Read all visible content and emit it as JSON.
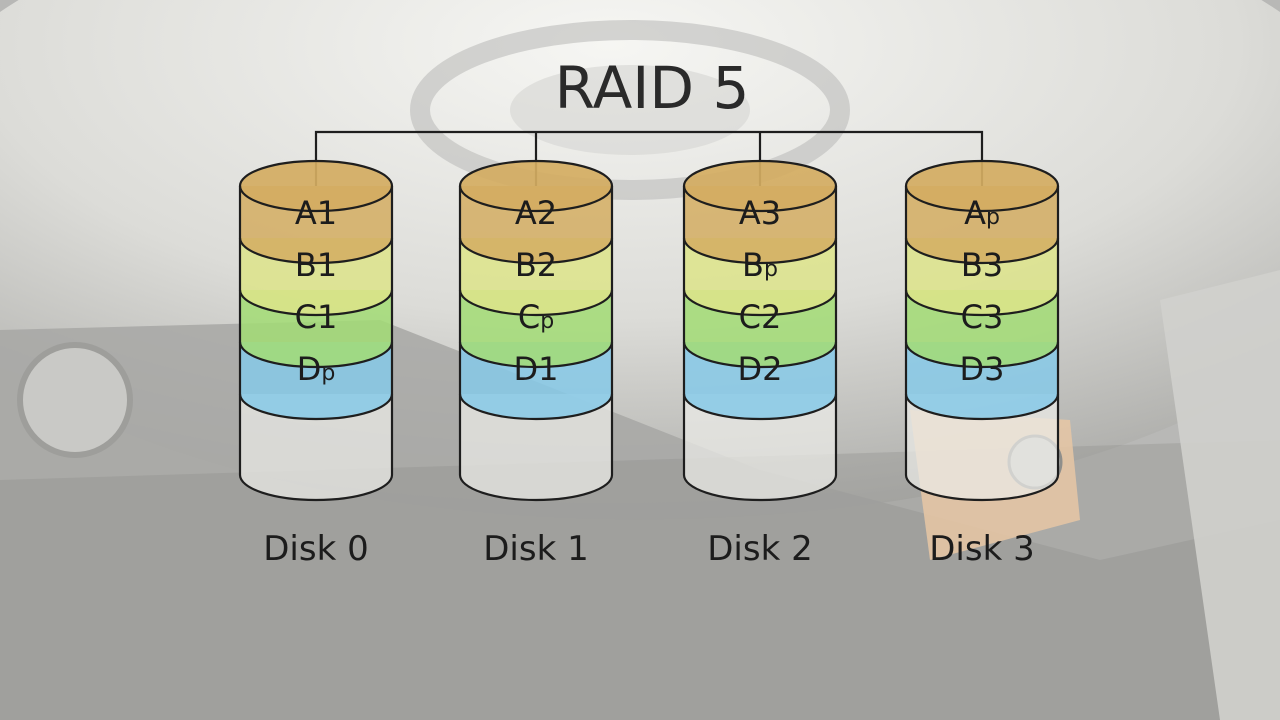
{
  "title": "RAID 5",
  "colors": {
    "A": "#d4ad62",
    "B": "#dde48a",
    "C": "#a2dc74",
    "D": "#86c9e8",
    "empty": "#ecece8",
    "outline": "#1e1e1e"
  },
  "disks": [
    {
      "label": "Disk 0",
      "blocks": [
        {
          "main": "A",
          "sub": "1",
          "parity": false
        },
        {
          "main": "B",
          "sub": "1",
          "parity": false
        },
        {
          "main": "C",
          "sub": "1",
          "parity": false
        },
        {
          "main": "D",
          "sub": "p",
          "parity": true
        }
      ]
    },
    {
      "label": "Disk 1",
      "blocks": [
        {
          "main": "A",
          "sub": "2",
          "parity": false
        },
        {
          "main": "B",
          "sub": "2",
          "parity": false
        },
        {
          "main": "C",
          "sub": "p",
          "parity": true
        },
        {
          "main": "D",
          "sub": "1",
          "parity": false
        }
      ]
    },
    {
      "label": "Disk 2",
      "blocks": [
        {
          "main": "A",
          "sub": "3",
          "parity": false
        },
        {
          "main": "B",
          "sub": "p",
          "parity": true
        },
        {
          "main": "C",
          "sub": "2",
          "parity": false
        },
        {
          "main": "D",
          "sub": "2",
          "parity": false
        }
      ]
    },
    {
      "label": "Disk 3",
      "blocks": [
        {
          "main": "A",
          "sub": "p",
          "parity": true
        },
        {
          "main": "B",
          "sub": "3",
          "parity": false
        },
        {
          "main": "C",
          "sub": "3",
          "parity": false
        },
        {
          "main": "D",
          "sub": "3",
          "parity": false
        }
      ]
    }
  ]
}
